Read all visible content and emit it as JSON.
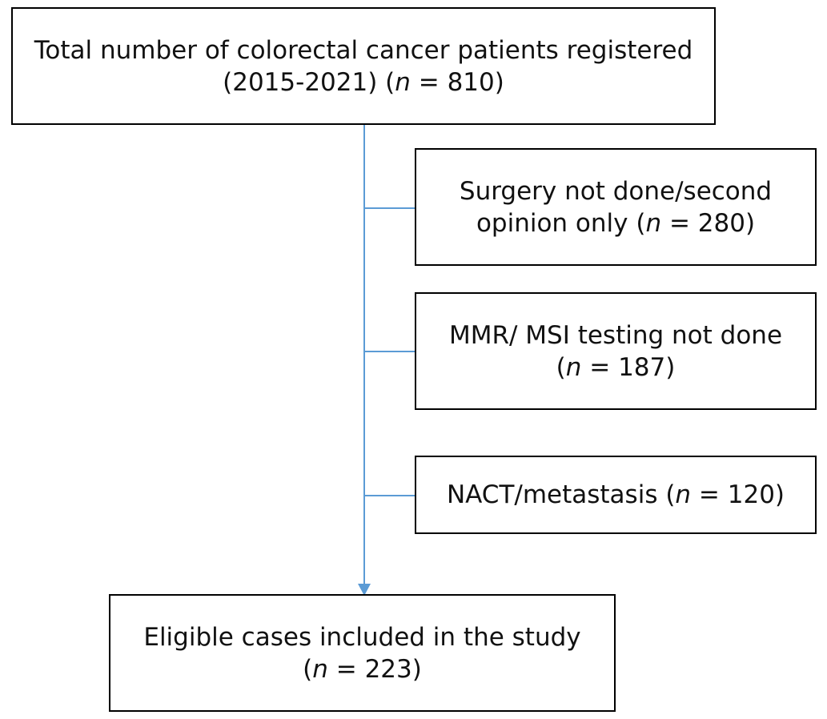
{
  "boxes": {
    "total": {
      "line1": "Total number of colorectal cancer patients registered",
      "line2_pre": "(2015-2021) (",
      "n": "n",
      "line2_post": " = 810)"
    },
    "surgery": {
      "line1": "Surgery not done/second",
      "line2_pre": "opinion only (",
      "n": "n",
      "line2_post": " = 280)"
    },
    "mmr": {
      "line1": "MMR/ MSI testing not done",
      "line2_pre": "(",
      "n": "n",
      "line2_post": " = 187)"
    },
    "nact": {
      "line1_pre": "NACT/metastasis (",
      "n": "n",
      "line1_post": " = 120)"
    },
    "eligible": {
      "line1": "Eligible cases included in the study",
      "line2_pre": "(",
      "n": "n",
      "line2_post": " = 223)"
    }
  },
  "colors": {
    "connector": "#5b9bd5",
    "border": "#000000",
    "text": "#111111"
  }
}
